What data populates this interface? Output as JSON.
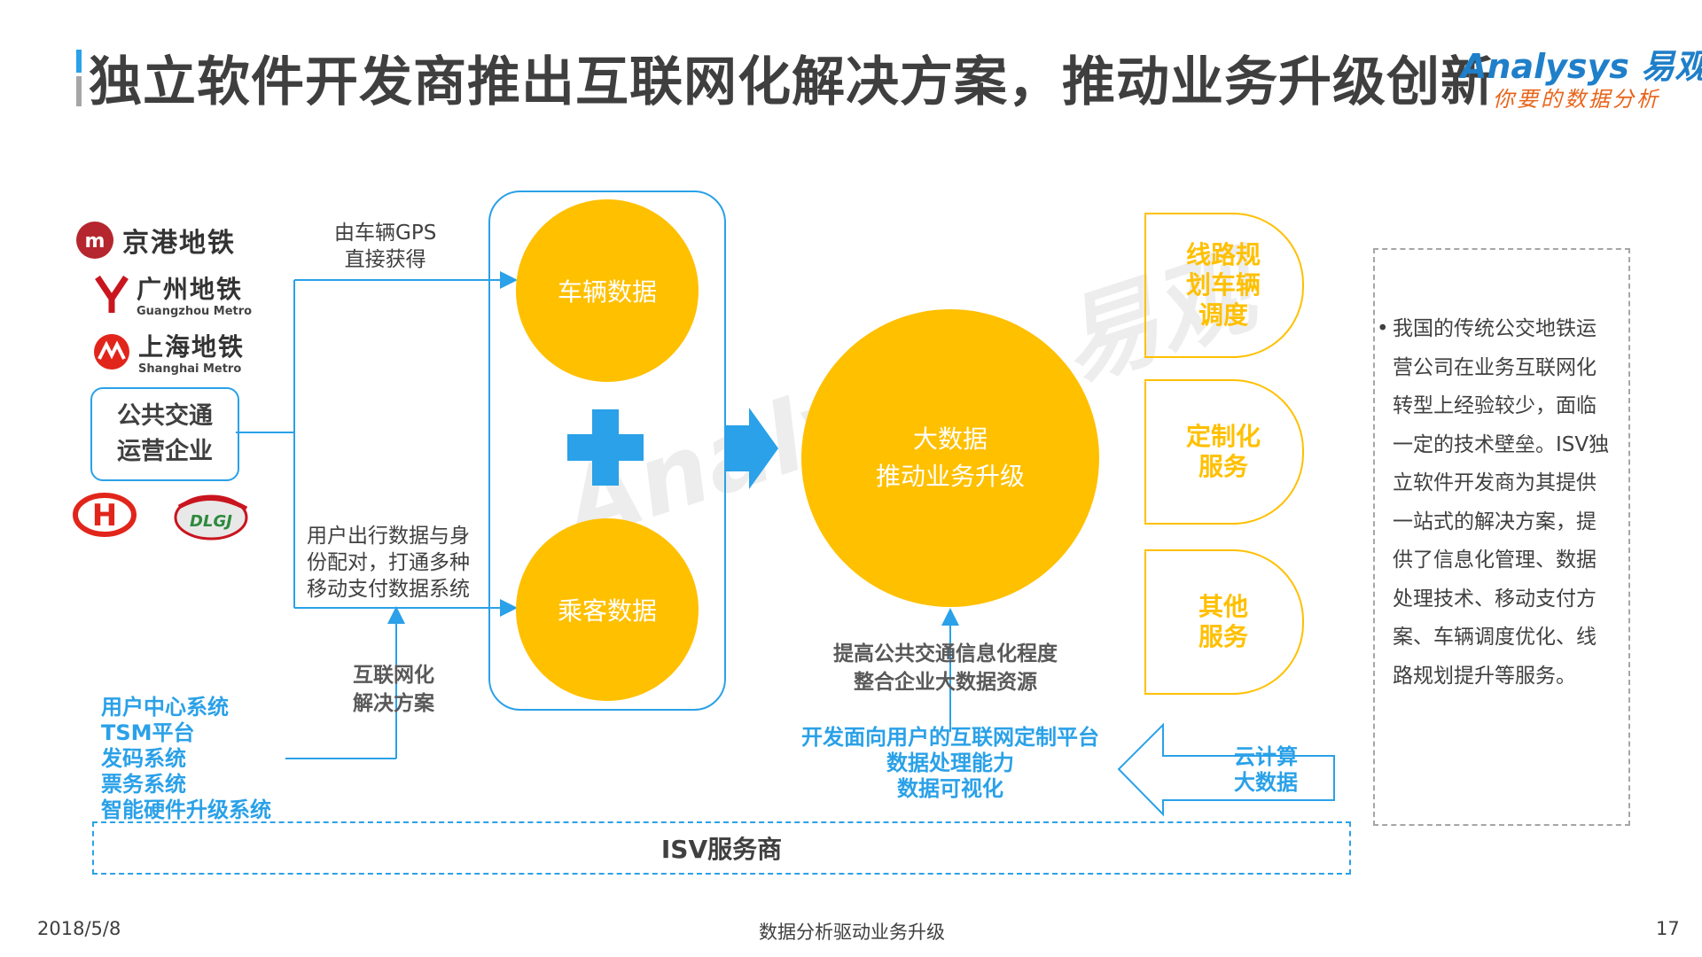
{
  "header": {
    "title": "独立软件开发商推出互联网化解决方案，推动业务升级创新",
    "logo_main": "Analysys 易观",
    "logo_sub": "你要的数据分析"
  },
  "watermark": "Analysys 易观",
  "metro_logos": [
    {
      "name": "京港地铁",
      "sub": ""
    },
    {
      "name": "广州地铁",
      "sub": "Guangzhou Metro"
    },
    {
      "name": "上海地铁",
      "sub": "Shanghai Metro"
    }
  ],
  "bus_company": {
    "line1": "公共交通",
    "line2": "运营企业"
  },
  "company_logo_text": "DLGJ",
  "gps_note": {
    "line1": "由车辆GPS",
    "line2": "直接获得"
  },
  "passenger_note": {
    "line1": "用户出行数据与身",
    "line2": "份配对，打通多种",
    "line3": "移动支付数据系统"
  },
  "internet_solution": {
    "line1": "互联网化",
    "line2": "解决方案"
  },
  "isv_systems": [
    "用户中心系统",
    "TSM平台",
    "发码系统",
    "票务系统",
    "智能硬件升级系统"
  ],
  "data_sources": {
    "vehicle": "车辆数据",
    "passenger": "乘客数据"
  },
  "big_data": {
    "line1": "大数据",
    "line2": "推动业务升级"
  },
  "improve": {
    "line1": "提高公共交通信息化程度",
    "line2": "整合企业大数据资源"
  },
  "platform": {
    "line1": "开发面向用户的互联网定制平台",
    "line2": "数据处理能力",
    "line3": "数据可视化"
  },
  "cloud": {
    "line1": "云计算",
    "line2": "大数据"
  },
  "services": [
    {
      "line1": "线路规",
      "line2": "划车辆",
      "line3": "调度"
    },
    {
      "line1": "定制化",
      "line2": "服务",
      "line3": ""
    },
    {
      "line1": "其他",
      "line2": "服务",
      "line3": ""
    }
  ],
  "note": "我国的传统公交地铁运营公司在业务互联网化转型上经验较少，面临一定的技术壁垒。ISV独立软件开发商为其提供一站式的解决方案，提供了信息化管理、数据处理技术、移动支付方案、车辆调度优化、线路规划提升等服务。",
  "isv_label": "ISV服务商",
  "footer": {
    "date": "2018/5/8",
    "center": "数据分析驱动业务升级",
    "page": "17"
  },
  "colors": {
    "accent_blue": "#2aa1e8",
    "accent_yellow": "#ffc000",
    "text_dark": "#404040"
  }
}
